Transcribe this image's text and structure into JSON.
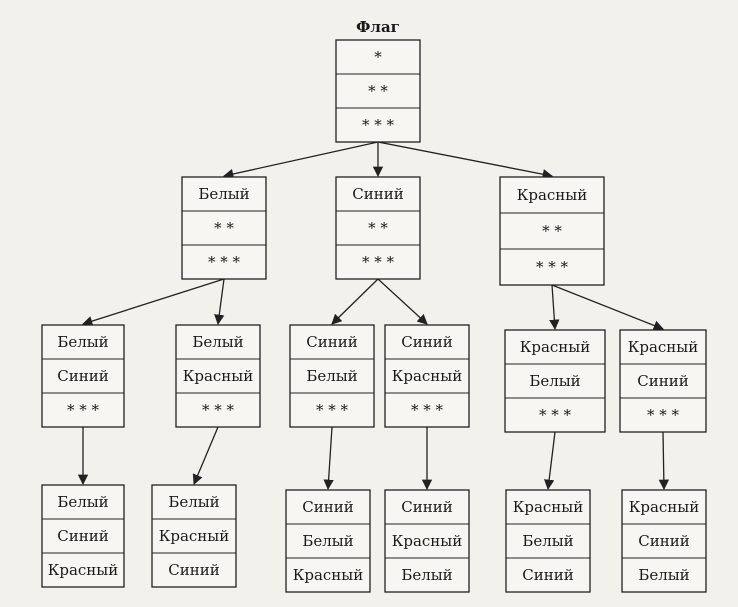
{
  "title": "Флаг",
  "nodes": [
    {
      "id": "root",
      "cells": [
        "*",
        "* *",
        "* * *"
      ]
    },
    {
      "id": "l1-1",
      "cells": [
        "Белый",
        "* *",
        "* * *"
      ]
    },
    {
      "id": "l1-2",
      "cells": [
        "Синий",
        "* *",
        "* * *"
      ]
    },
    {
      "id": "l1-3",
      "cells": [
        "Красный",
        "* *",
        "* * *"
      ]
    },
    {
      "id": "l2-1",
      "cells": [
        "Белый",
        "Синий",
        "* * *"
      ]
    },
    {
      "id": "l2-2",
      "cells": [
        "Белый",
        "Красный",
        "* * *"
      ]
    },
    {
      "id": "l2-3",
      "cells": [
        "Синий",
        "Белый",
        "* * *"
      ]
    },
    {
      "id": "l2-4",
      "cells": [
        "Синий",
        "Красный",
        "* * *"
      ]
    },
    {
      "id": "l2-5",
      "cells": [
        "Красный",
        "Белый",
        "* * *"
      ]
    },
    {
      "id": "l2-6",
      "cells": [
        "Красный",
        "Синий",
        "* * *"
      ]
    },
    {
      "id": "l3-1",
      "cells": [
        "Белый",
        "Синий",
        "Красный"
      ]
    },
    {
      "id": "l3-2",
      "cells": [
        "Белый",
        "Красный",
        "Синий"
      ]
    },
    {
      "id": "l3-3",
      "cells": [
        "Синий",
        "Белый",
        "Красный"
      ]
    },
    {
      "id": "l3-4",
      "cells": [
        "Синий",
        "Красный",
        "Белый"
      ]
    },
    {
      "id": "l3-5",
      "cells": [
        "Красный",
        "Белый",
        "Синий"
      ]
    },
    {
      "id": "l3-6",
      "cells": [
        "Красный",
        "Синий",
        "Белый"
      ]
    }
  ],
  "edges": [
    [
      "root",
      "l1-1"
    ],
    [
      "root",
      "l1-2"
    ],
    [
      "root",
      "l1-3"
    ],
    [
      "l1-1",
      "l2-1"
    ],
    [
      "l1-1",
      "l2-2"
    ],
    [
      "l1-2",
      "l2-3"
    ],
    [
      "l1-2",
      "l2-4"
    ],
    [
      "l1-3",
      "l2-5"
    ],
    [
      "l1-3",
      "l2-6"
    ],
    [
      "l2-1",
      "l3-1"
    ],
    [
      "l2-2",
      "l3-2"
    ],
    [
      "l2-3",
      "l3-3"
    ],
    [
      "l2-4",
      "l3-4"
    ],
    [
      "l2-5",
      "l3-5"
    ],
    [
      "l2-6",
      "l3-6"
    ]
  ]
}
